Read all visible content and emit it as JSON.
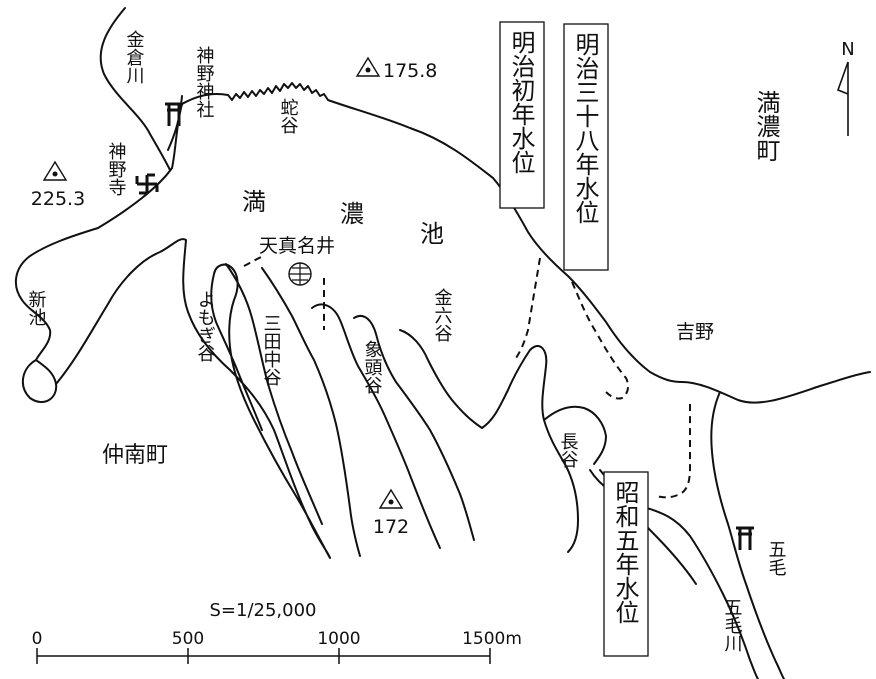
{
  "map": {
    "pond_name": [
      "満",
      "濃",
      "池"
    ],
    "town_mannou": "満濃町",
    "town_chunan": "仲南町",
    "north_label": "N",
    "shrine_kano": "神野神社",
    "temple_kano": "神野寺",
    "river_kanakura": "金倉川",
    "river_gomo": "五毛川",
    "place_gomo": "五毛",
    "place_yoshino": "吉野",
    "valley_hebi": "蛇谷",
    "valley_yomogi": "よもぎ谷",
    "valley_mitanaka": "三田中谷",
    "valley_zozu": "象頭谷",
    "valley_kinroku": "金六谷",
    "valley_naga": "長谷",
    "pond_shin": "新池",
    "well_tenma": "天真名井",
    "elev_1758": "175.8",
    "elev_2253": "225.3",
    "elev_172": "172",
    "water_meiji_early": "明治初年水位",
    "water_meiji_38": "明治三十八年水位",
    "water_showa_5": "昭和五年水位",
    "icons": {
      "torii": "torii-shrine-icon",
      "temple": "manji-temple-icon",
      "triangulation": "triangulation-point-icon",
      "well": "well-icon",
      "north_arrow": "north-arrow-icon"
    }
  },
  "scale": {
    "title": "S=1/25,000",
    "ticks": [
      "0",
      "500",
      "1000",
      "1500m"
    ]
  }
}
